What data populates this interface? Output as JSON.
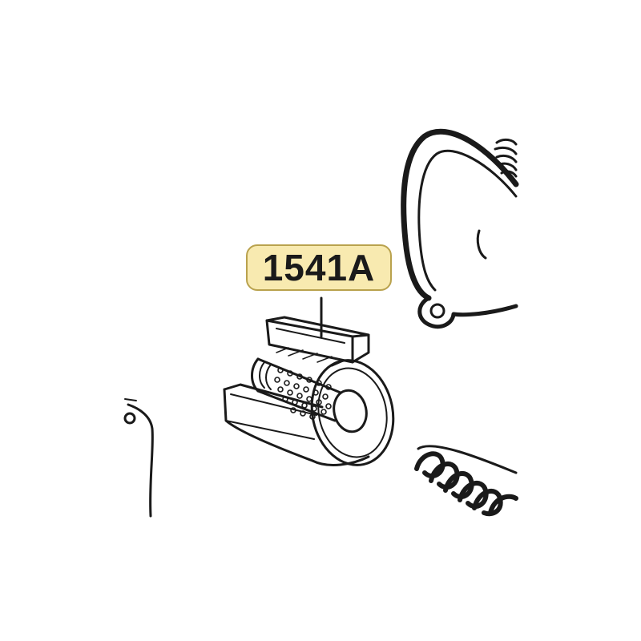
{
  "callout": {
    "part_number": "1541A"
  },
  "colors": {
    "line": "#1a1a1a",
    "label_fill": "#f8eab0",
    "label_border": "#b9a24e",
    "background": "#ffffff"
  },
  "parts": [
    {
      "name": "sliding-roller-bushing",
      "callout": "1541A"
    },
    {
      "name": "variator-cover-gasket"
    },
    {
      "name": "coil-spring"
    },
    {
      "name": "adjacent-housing"
    }
  ]
}
